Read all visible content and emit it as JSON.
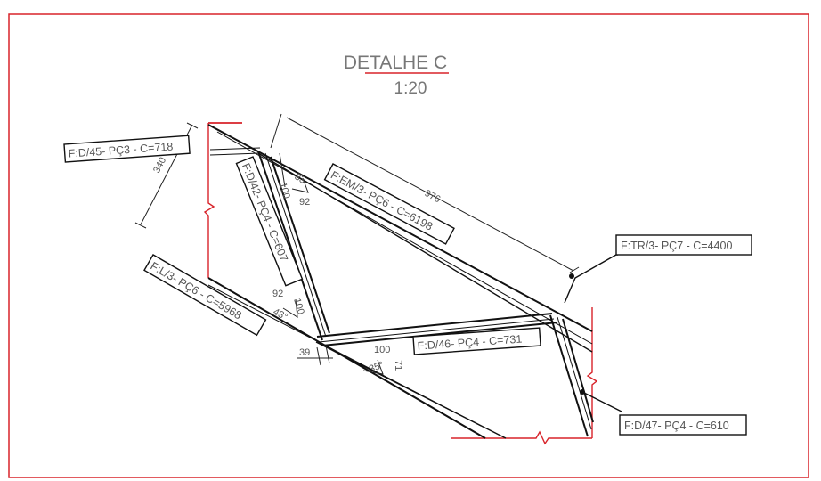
{
  "title": {
    "name": "DETALHE C",
    "scale": "1:20"
  },
  "colors": {
    "frame": "#d8232a",
    "lines": "#111111",
    "text": "#555555"
  },
  "labels": {
    "d45": "F:D/45- PÇ3 - C=718",
    "d42": "F:D/42- PÇ4 - C=607",
    "em3": "F:EM/3- PÇ6 - C=6198",
    "l3": "F:L/3- PÇ6 - C=5968",
    "tr3": "F:TR/3- PÇ7 - C=4400",
    "d46": "F:D/46- PÇ4 - C=731",
    "d47": "F:D/47- PÇ4 - C=610"
  },
  "dimensions": {
    "d340": "340",
    "d976": "976",
    "d33": "33",
    "d92a": "92",
    "d100a": "100",
    "d92b": "92",
    "d100b": "100",
    "a43": "43°",
    "d39": "39",
    "d100c": "100",
    "d71": "71",
    "a35": "35°"
  }
}
